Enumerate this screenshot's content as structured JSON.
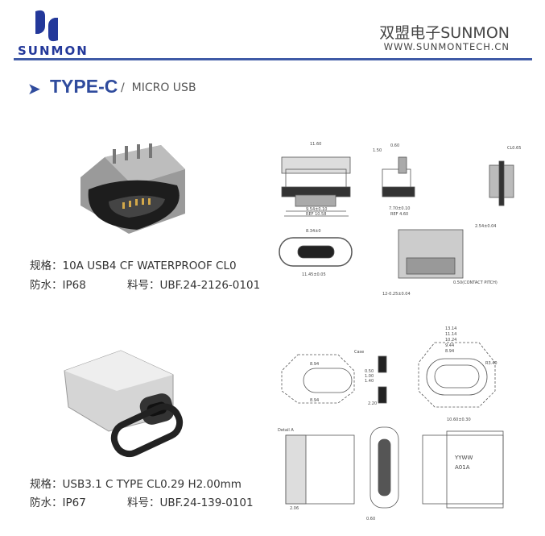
{
  "header": {
    "brand": "SUNMON",
    "company": "双盟电子SUNMON",
    "url": "WWW.SUNMONTECH.CN"
  },
  "section": {
    "title": "TYPE-C",
    "separator": "/",
    "subtitle": "MICRO USB"
  },
  "products": [
    {
      "spec_label": "规格：",
      "spec": "10A USB4 CF WATERPROOF CL0",
      "waterproof_label": "防水：",
      "waterproof": "IP68",
      "part_label": "料号：",
      "part": "UBF.24-2126-0101",
      "dims": [
        "11.60",
        "9.54±0.10",
        "REF 10.58",
        "1.50",
        "0.60",
        "REF 4.60",
        "7.70±0.10",
        "CL0.65",
        "2.54±0.04",
        "8.34±0",
        "11.45±0.05",
        "0.50(CONTACT PITCH)",
        "12-0.25±0.04"
      ]
    },
    {
      "spec_label": "规格：",
      "spec": "USB3.1 C TYPE CL0.29 H2.00mm",
      "waterproof_label": "防水：",
      "waterproof": "IP67",
      "part_label": "料号：",
      "part": "UBF.24-139-0101",
      "dims": [
        "8.94",
        "8.94",
        "Case",
        "0.50",
        "1.00",
        "1.40",
        "2.20",
        "13.14",
        "11.14",
        "10.24",
        "9.44",
        "8.94",
        "R3.40",
        "10.60±0.30",
        "YYWW",
        "A01A",
        "2.06",
        "0.60",
        "Detail A"
      ]
    }
  ]
}
